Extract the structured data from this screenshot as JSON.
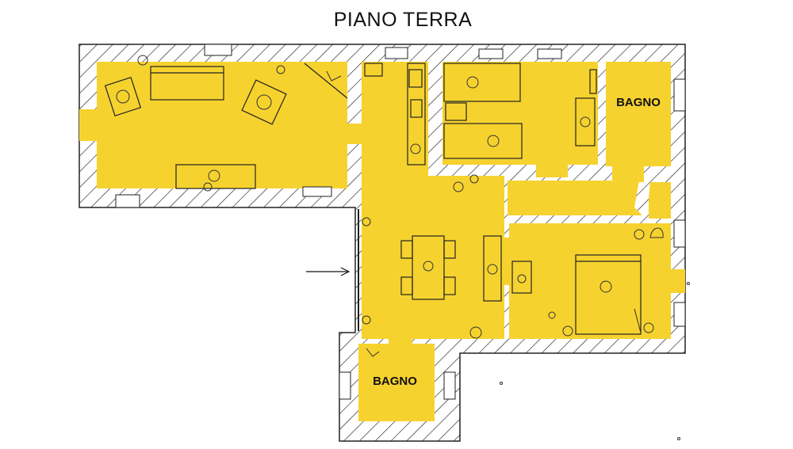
{
  "header": {
    "title": "PIANO TERRA"
  },
  "rooms": {
    "bathroom_east": {
      "label": "BAGNO"
    },
    "bathroom_south": {
      "label": "BAGNO"
    }
  },
  "colors": {
    "room_fill": "#f6d22f",
    "wall_hatch": "#222222",
    "background": "#ffffff"
  }
}
